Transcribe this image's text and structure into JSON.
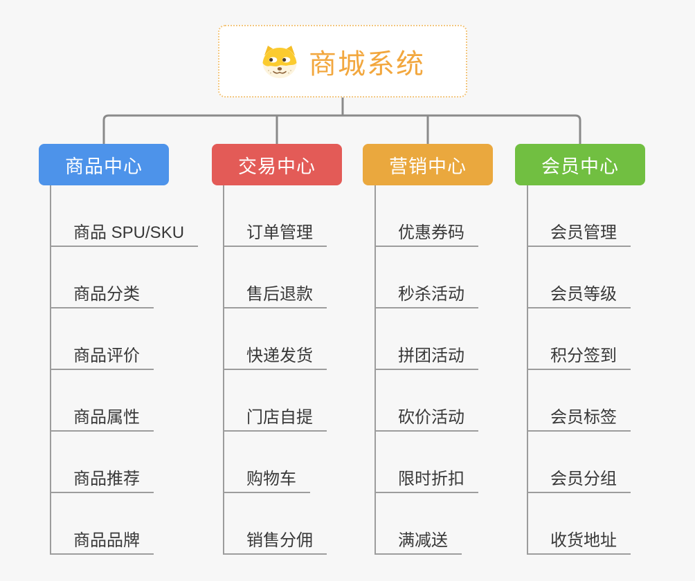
{
  "colors": {
    "background": "#f7f7f7",
    "connector": "#8a8a8a",
    "child_line": "#9c9c9c",
    "child_text": "#383838",
    "branch_text": "#ffffff",
    "root_text": "#F2A73E",
    "root_border": "#F3C67D",
    "root_background": "#ffffff",
    "icon_yellow": "#FBCB2F",
    "icon_ear": "#F5BE28",
    "icon_cream": "#FDF4DE",
    "icon_brown": "#8C6239"
  },
  "root": {
    "title": "商城系统",
    "icon": "doge-face-icon"
  },
  "branches": [
    {
      "label": "商品中心",
      "color": "#4D93EA",
      "children": [
        "商品 SPU/SKU",
        "商品分类",
        "商品评价",
        "商品属性",
        "商品推荐",
        "商品品牌"
      ]
    },
    {
      "label": "交易中心",
      "color": "#E35B57",
      "children": [
        "订单管理",
        "售后退款",
        "快递发货",
        "门店自提",
        "购物车",
        "销售分佣"
      ]
    },
    {
      "label": "营销中心",
      "color": "#EAA83E",
      "children": [
        "优惠券码",
        "秒杀活动",
        "拼团活动",
        "砍价活动",
        "限时折扣",
        "满减送"
      ]
    },
    {
      "label": "会员中心",
      "color": "#71BF41",
      "children": [
        "会员管理",
        "会员等级",
        "积分签到",
        "会员标签",
        "会员分组",
        "收货地址"
      ]
    }
  ]
}
